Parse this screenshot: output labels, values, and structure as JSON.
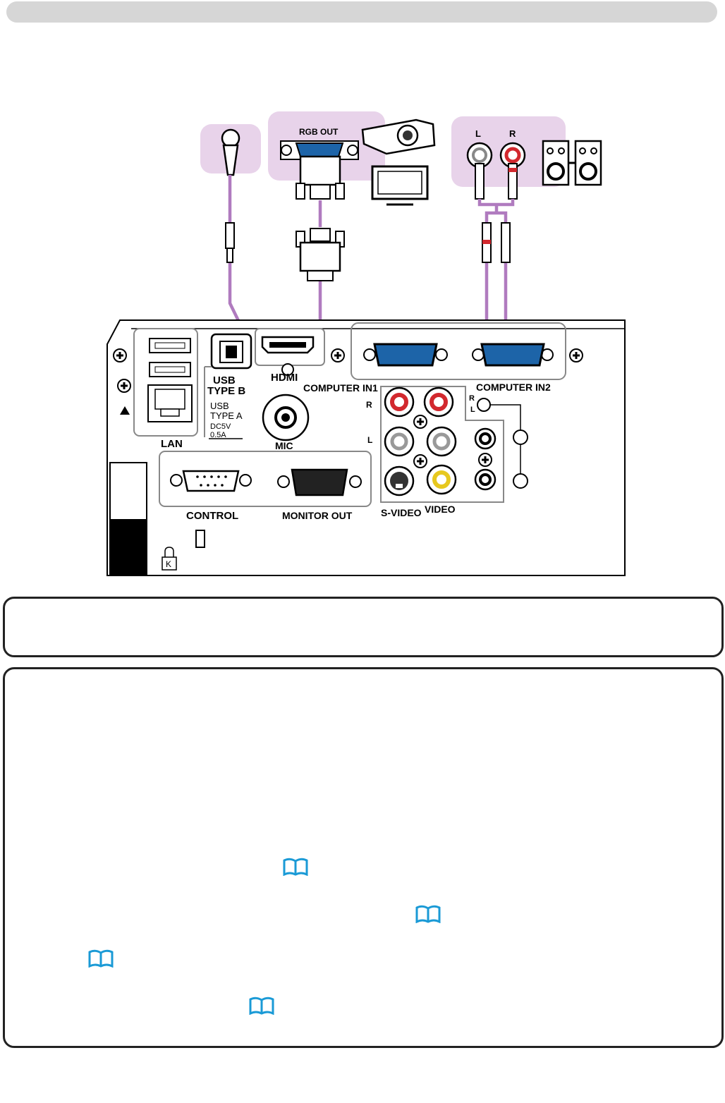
{
  "diagram": {
    "devices": {
      "rgb_out_label": "RGB OUT",
      "audio_l_label": "L",
      "audio_r_label": "R"
    },
    "ports": {
      "usb_type_b": [
        "USB",
        "TYPE B"
      ],
      "usb_type_a": [
        "USB",
        "TYPE A",
        "DC5V",
        "0.5A"
      ],
      "hdmi": "HDMI",
      "lan": "LAN",
      "mic": "MIC",
      "computer_in1": "COMPUTER IN1",
      "computer_in2": "COMPUTER IN2",
      "audio_r": "R",
      "audio_l": "L",
      "audio_r2": "R",
      "audio_l2": "L",
      "control": "CONTROL",
      "monitor_out": "MONITOR OUT",
      "s_video": "S-VIDEO",
      "video": "VIDEO"
    },
    "colors": {
      "cable": "#b07bbf",
      "highlight": "#e8d3ea",
      "vga_blue": "#1d64a8",
      "rca_red": "#d2282e",
      "rca_yellow": "#e7c81f"
    }
  },
  "icons": {
    "reference": "book-reference-icon",
    "lock": "kensington-lock-icon",
    "screw": "screw-icon"
  }
}
